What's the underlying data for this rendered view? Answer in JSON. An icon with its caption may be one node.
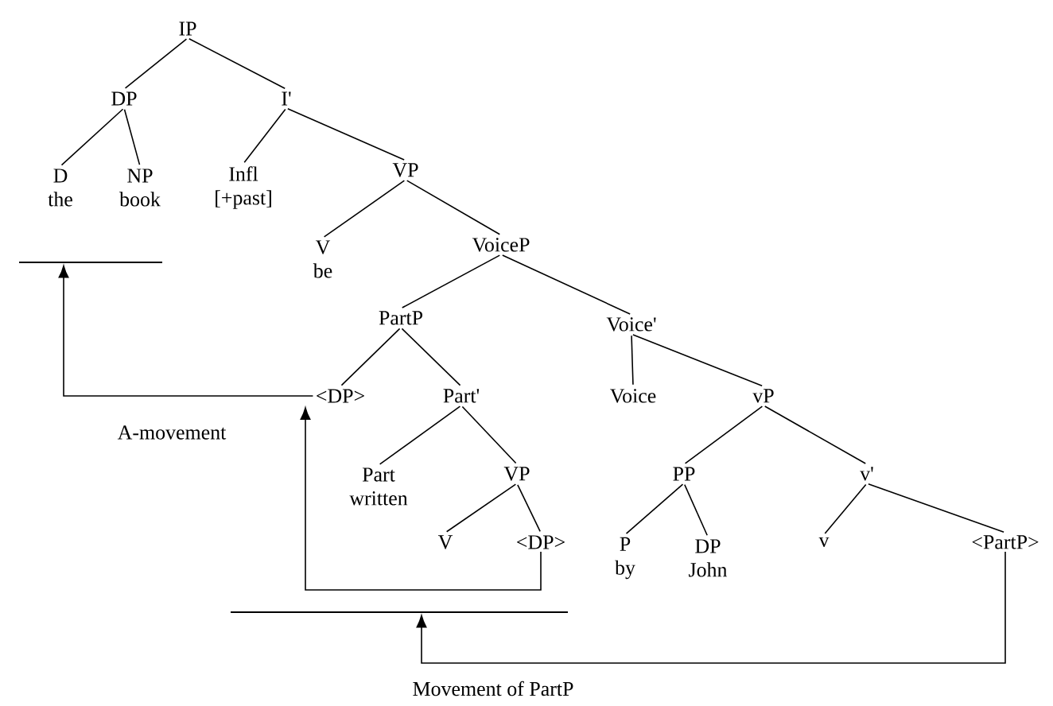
{
  "diagram": {
    "nodes": [
      {
        "text": [
          "IP"
        ]
      },
      {
        "text": [
          "DP"
        ]
      },
      {
        "text": [
          "I'"
        ]
      },
      {
        "text": [
          "D",
          "the"
        ]
      },
      {
        "text": [
          "NP",
          "book"
        ]
      },
      {
        "text": [
          "Infl",
          "[+past]"
        ]
      },
      {
        "text": [
          "VP"
        ]
      },
      {
        "text": [
          "V",
          "be"
        ]
      },
      {
        "text": [
          "VoiceP"
        ]
      },
      {
        "text": [
          "PartP"
        ]
      },
      {
        "text": [
          "Voice'"
        ]
      },
      {
        "text": [
          "<DP>"
        ]
      },
      {
        "text": [
          "Part'"
        ]
      },
      {
        "text": [
          "Voice"
        ]
      },
      {
        "text": [
          "vP"
        ]
      },
      {
        "text": [
          "Part",
          "written"
        ]
      },
      {
        "text": [
          "VP"
        ]
      },
      {
        "text": [
          "PP"
        ]
      },
      {
        "text": [
          "v'"
        ]
      },
      {
        "text": [
          "V"
        ]
      },
      {
        "text": [
          "<DP>"
        ]
      },
      {
        "text": [
          "P",
          "by"
        ]
      },
      {
        "text": [
          "DP",
          "John"
        ]
      },
      {
        "text": [
          "v"
        ]
      },
      {
        "text": [
          "<PartP>"
        ]
      },
      {
        "text": [],
        "shape": "bar"
      },
      {
        "text": [],
        "shape": "bar"
      }
    ],
    "edges": [
      {
        "from": 0,
        "to": 1,
        "arrow": "none"
      },
      {
        "from": 0,
        "to": 2,
        "arrow": "none"
      },
      {
        "from": 1,
        "to": 3,
        "arrow": "none"
      },
      {
        "from": 1,
        "to": 4,
        "arrow": "none"
      },
      {
        "from": 2,
        "to": 5,
        "arrow": "none"
      },
      {
        "from": 2,
        "to": 6,
        "arrow": "none"
      },
      {
        "from": 6,
        "to": 7,
        "arrow": "none"
      },
      {
        "from": 6,
        "to": 8,
        "arrow": "none"
      },
      {
        "from": 8,
        "to": 9,
        "arrow": "none"
      },
      {
        "from": 8,
        "to": 10,
        "arrow": "none"
      },
      {
        "from": 9,
        "to": 11,
        "arrow": "none"
      },
      {
        "from": 9,
        "to": 12,
        "arrow": "none"
      },
      {
        "from": 10,
        "to": 13,
        "arrow": "none"
      },
      {
        "from": 10,
        "to": 14,
        "arrow": "none"
      },
      {
        "from": 12,
        "to": 15,
        "arrow": "none"
      },
      {
        "from": 12,
        "to": 16,
        "arrow": "none"
      },
      {
        "from": 14,
        "to": 17,
        "arrow": "none"
      },
      {
        "from": 14,
        "to": 18,
        "arrow": "none"
      },
      {
        "from": 16,
        "to": 19,
        "arrow": "none"
      },
      {
        "from": 16,
        "to": 20,
        "arrow": "none"
      },
      {
        "from": 17,
        "to": 21,
        "arrow": "none"
      },
      {
        "from": 17,
        "to": 22,
        "arrow": "none"
      },
      {
        "from": 18,
        "to": 23,
        "arrow": "none"
      },
      {
        "from": 18,
        "to": 24,
        "arrow": "none"
      },
      {
        "from": 11,
        "to": 25,
        "arrow": "to",
        "label": "A-movement"
      },
      {
        "from": 20,
        "to": 11,
        "arrow": "to"
      },
      {
        "from": 24,
        "to": 26,
        "arrow": "to",
        "label": "Movement of PartP"
      }
    ]
  }
}
